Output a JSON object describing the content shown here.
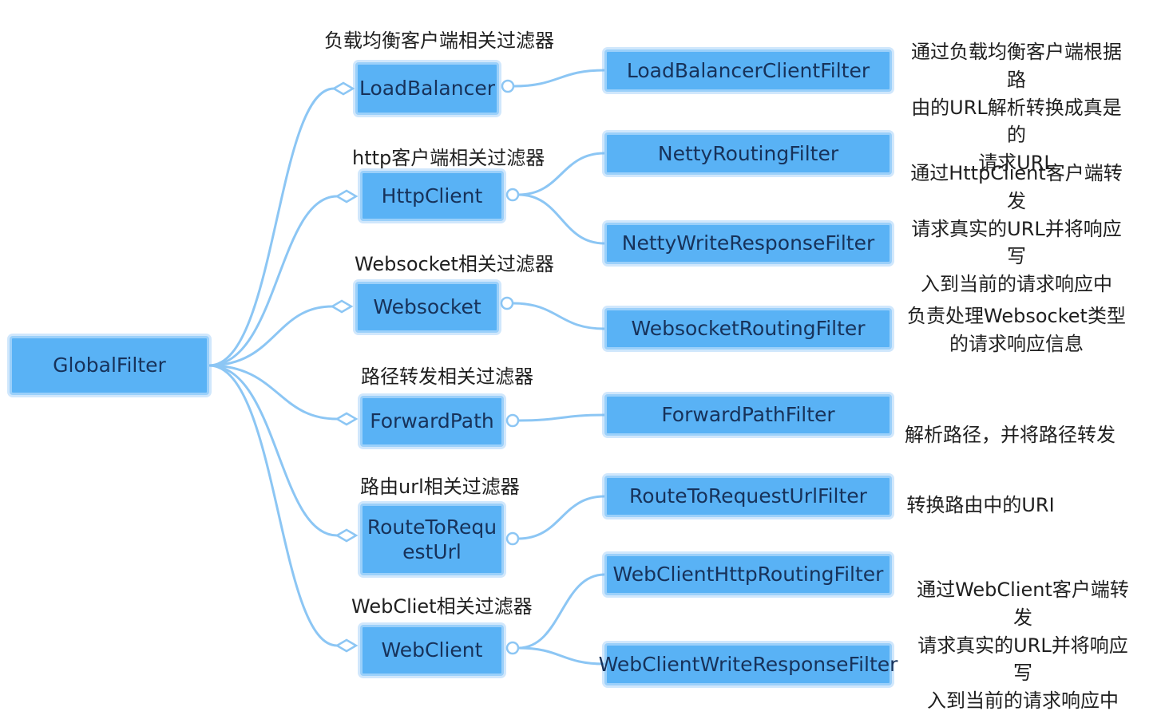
{
  "colors": {
    "node_fill": "#59b2f5",
    "node_border": "#9bd0fa",
    "connector": "#8cc6f4"
  },
  "root": {
    "label": "GlobalFilter"
  },
  "groups": [
    {
      "label": "负载均衡客户端相关过滤器",
      "node": "LoadBalancer",
      "filters": [
        "LoadBalancerClientFilter"
      ],
      "description": [
        "通过负载均衡客户端根据路",
        "由的URL解析转换成真是的",
        "请求URL"
      ]
    },
    {
      "label": "http客户端相关过滤器",
      "node": "HttpClient",
      "filters": [
        "NettyRoutingFilter",
        "NettyWriteResponseFilter"
      ],
      "description": [
        "通过HttpClient客户端转发",
        "请求真实的URL并将响应写",
        "入到当前的请求响应中"
      ]
    },
    {
      "label": "Websocket相关过滤器",
      "node": "Websocket",
      "filters": [
        "WebsocketRoutingFilter"
      ],
      "description": [
        "负责处理Websocket类型",
        "的请求响应信息"
      ]
    },
    {
      "label": "路径转发相关过滤器",
      "node": "ForwardPath",
      "filters": [
        "ForwardPathFilter"
      ],
      "description": [
        "解析路径，并将路径转发"
      ]
    },
    {
      "label": "路由url相关过滤器",
      "node": [
        "RouteToRequ",
        "estUrl"
      ],
      "filters": [
        "RouteToRequestUrlFilter"
      ],
      "description": [
        "转换路由中的URI"
      ]
    },
    {
      "label": "WebCliet相关过滤器",
      "node": "WebClient",
      "filters": [
        "WebClientHttpRoutingFilter",
        "WebClientWriteResponseFilter"
      ],
      "description": [
        "通过WebClient客户端转发",
        "请求真实的URL并将响应写",
        "入到当前的请求响应中"
      ]
    }
  ]
}
